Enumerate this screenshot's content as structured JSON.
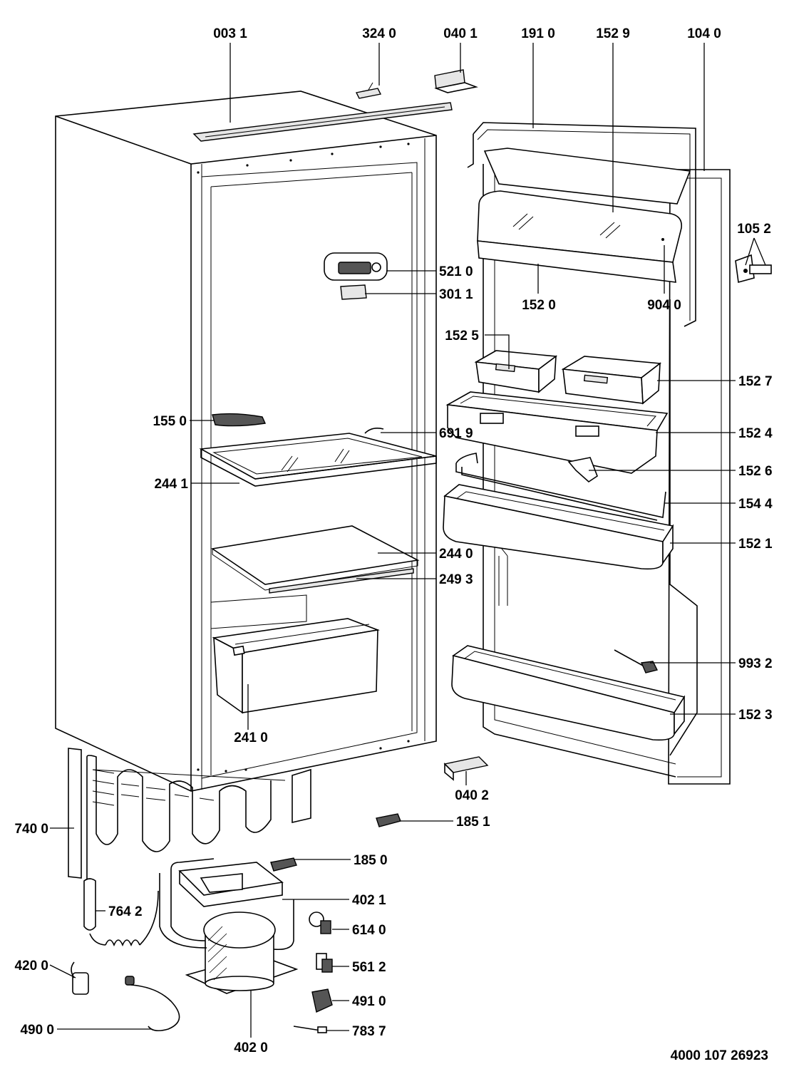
{
  "parts": [
    {
      "id": "p0031",
      "label": "003 1"
    },
    {
      "id": "p3240",
      "label": "324 0"
    },
    {
      "id": "p0401",
      "label": "040 1"
    },
    {
      "id": "p1910",
      "label": "191 0"
    },
    {
      "id": "p1529",
      "label": "152 9"
    },
    {
      "id": "p1040",
      "label": "104 0"
    },
    {
      "id": "p1052",
      "label": "105 2"
    },
    {
      "id": "p5210",
      "label": "521 0"
    },
    {
      "id": "p3011",
      "label": "301 1"
    },
    {
      "id": "p1520",
      "label": "152 0"
    },
    {
      "id": "p9040",
      "label": "904 0"
    },
    {
      "id": "p1525",
      "label": "152 5"
    },
    {
      "id": "p1527",
      "label": "152 7"
    },
    {
      "id": "p1550",
      "label": "155 0"
    },
    {
      "id": "p6919",
      "label": "691 9"
    },
    {
      "id": "p1524",
      "label": "152 4"
    },
    {
      "id": "p2441",
      "label": "244 1"
    },
    {
      "id": "p1526",
      "label": "152 6"
    },
    {
      "id": "p1544",
      "label": "154 4"
    },
    {
      "id": "p1521",
      "label": "152 1"
    },
    {
      "id": "p2440",
      "label": "244 0"
    },
    {
      "id": "p2493",
      "label": "249 3"
    },
    {
      "id": "p9932",
      "label": "993 2"
    },
    {
      "id": "p1523",
      "label": "152 3"
    },
    {
      "id": "p2410",
      "label": "241 0"
    },
    {
      "id": "p0402",
      "label": "040 2"
    },
    {
      "id": "p7400",
      "label": "740 0"
    },
    {
      "id": "p1851",
      "label": "185 1"
    },
    {
      "id": "p1850",
      "label": "185 0"
    },
    {
      "id": "p7642",
      "label": "764 2"
    },
    {
      "id": "p4021",
      "label": "402 1"
    },
    {
      "id": "p6140",
      "label": "614 0"
    },
    {
      "id": "p4200",
      "label": "420 0"
    },
    {
      "id": "p5612",
      "label": "561 2"
    },
    {
      "id": "p4910",
      "label": "491 0"
    },
    {
      "id": "p4900",
      "label": "490 0"
    },
    {
      "id": "p7837",
      "label": "783 7"
    },
    {
      "id": "p4020",
      "label": "402 0"
    }
  ],
  "drawing_number": "4000 107 26923"
}
